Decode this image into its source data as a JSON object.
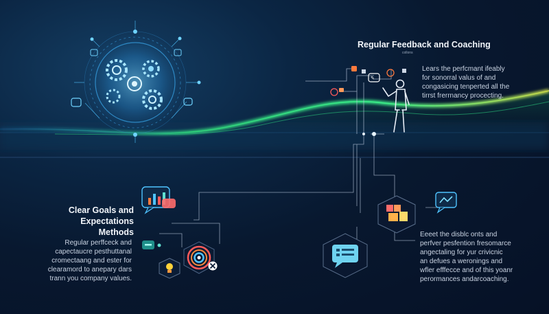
{
  "section_top": {
    "title": "Regular Feedback and Coaching",
    "caption": "collons",
    "body_lines": [
      "Lears the perfcmant ifeably",
      "for sonorral valus of and",
      "congasicing tenperted all the",
      "tirrst frerrnancy procecting."
    ]
  },
  "section_left": {
    "title_lines": [
      "Clear Goals and",
      "Expectations Methods"
    ],
    "body_lines": [
      "Regular perffceck and",
      "capectaucre pesthuttanal",
      "cromectaang and ester for",
      "clearamord to anepary dars",
      "trann you company values."
    ]
  },
  "section_right": {
    "body_lines": [
      "Eeeet the disblc onts and",
      "perfver pesfention fresomarce",
      "angectaling for yur crivicnic",
      "an defues a weronings and",
      "wfler efffecce and of this yoanr",
      "perormances andarcoaching."
    ]
  },
  "colors": {
    "wave_green": "#3cf08a",
    "wave_yellow": "#c8d84a",
    "glow_blue": "#4fc3ff",
    "accent_orange": "#ff7a3d",
    "accent_red": "#ff5a5a",
    "chat_teal": "#5fe0d0"
  },
  "icons": [
    "gear-cluster-icon",
    "person-pointing-icon",
    "chat-bars-icon",
    "chat-bubble-icon",
    "target-icon",
    "lightbulb-icon",
    "message-lines-icon",
    "blocks-icon",
    "trend-chat-icon"
  ]
}
